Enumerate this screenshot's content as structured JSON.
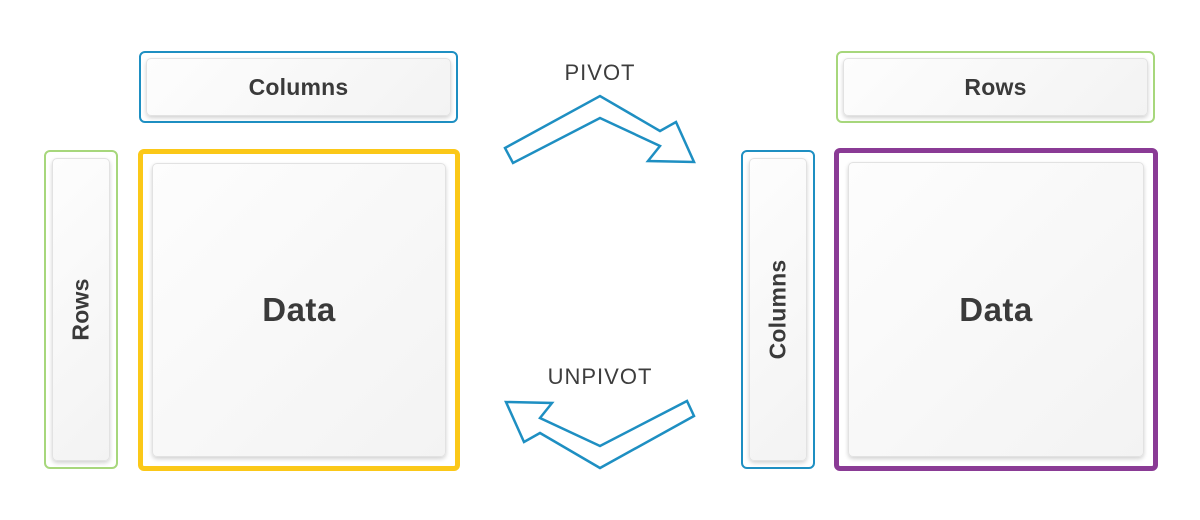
{
  "colors": {
    "columns_border": "#1e8fc2",
    "rows_border": "#a7d77c",
    "left_data_border": "#fbc818",
    "right_data_border": "#8a3b95",
    "arrow_stroke": "#1e8fc2",
    "text": "#3a3a3a"
  },
  "left_table": {
    "columns_label": "Columns",
    "rows_label": "Rows",
    "data_label": "Data"
  },
  "right_table": {
    "rows_label": "Rows",
    "columns_label": "Columns",
    "data_label": "Data"
  },
  "operations": {
    "pivot_label": "PIVOT",
    "unpivot_label": "UNPIVOT"
  },
  "icons": {
    "pivot_arrow": "chevron-arrow-right-icon",
    "unpivot_arrow": "chevron-arrow-left-icon"
  }
}
